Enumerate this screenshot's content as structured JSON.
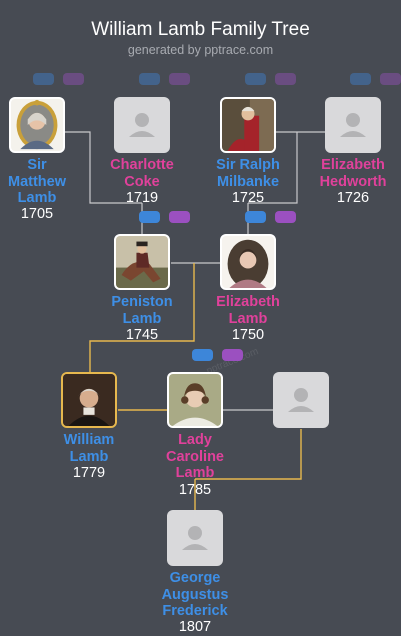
{
  "title": "William Lamb Family Tree",
  "subtitle": "generated by pptrace.com",
  "watermark": "pptrace.com",
  "colors": {
    "male": "#3e8fe6",
    "female": "#e0419b",
    "line": "#c9c9cb",
    "highlight_line": "#e7b84e",
    "background": "#474b53"
  },
  "people": {
    "matthew": {
      "name": "Sir Matthew Lamb",
      "lines": [
        "Sir",
        "Matthew",
        "Lamb"
      ],
      "year": "1705",
      "gender": "male",
      "photo": "portrait"
    },
    "charlotte": {
      "name": "Charlotte Coke",
      "lines": [
        "Charlotte",
        "Coke"
      ],
      "year": "1719",
      "gender": "female",
      "photo": "placeholder"
    },
    "ralph": {
      "name": "Sir Ralph Milbanke",
      "lines": [
        "Sir Ralph",
        "Milbanke"
      ],
      "year": "1725",
      "gender": "male",
      "photo": "portrait"
    },
    "elizabeth_h": {
      "name": "Elizabeth Hedworth",
      "lines": [
        "Elizabeth",
        "Hedworth"
      ],
      "year": "1726",
      "gender": "female",
      "photo": "placeholder"
    },
    "peniston": {
      "name": "Peniston Lamb",
      "lines": [
        "Peniston",
        "Lamb"
      ],
      "year": "1745",
      "gender": "male",
      "photo": "portrait"
    },
    "elizabeth_l": {
      "name": "Elizabeth Lamb",
      "lines": [
        "Elizabeth",
        "Lamb"
      ],
      "year": "1750",
      "gender": "female",
      "photo": "portrait"
    },
    "william": {
      "name": "William Lamb",
      "lines": [
        "William",
        "Lamb"
      ],
      "year": "1779",
      "gender": "male",
      "photo": "portrait",
      "selected": true
    },
    "caroline": {
      "name": "Lady Caroline Lamb",
      "lines": [
        "Lady",
        "Caroline",
        "Lamb"
      ],
      "year": "1785",
      "gender": "female",
      "photo": "portrait"
    },
    "second_spouse": {
      "name": "",
      "lines": [],
      "year": "",
      "gender": "unknown",
      "photo": "placeholder"
    },
    "george": {
      "name": "George Augustus Frederick",
      "lines": [
        "George",
        "Augustus",
        "Frederick"
      ],
      "year": "1807",
      "gender": "male",
      "photo": "placeholder"
    }
  },
  "expand_buttons": [
    {
      "person": "matthew",
      "kind": "show-father"
    },
    {
      "person": "matthew",
      "kind": "show-mother"
    },
    {
      "person": "charlotte",
      "kind": "show-father"
    },
    {
      "person": "charlotte",
      "kind": "show-mother"
    },
    {
      "person": "ralph",
      "kind": "show-father"
    },
    {
      "person": "ralph",
      "kind": "show-mother"
    },
    {
      "person": "elizabeth_h",
      "kind": "show-father"
    },
    {
      "person": "elizabeth_h",
      "kind": "show-mother"
    },
    {
      "person": "peniston",
      "kind": "show-father"
    },
    {
      "person": "peniston",
      "kind": "show-mother"
    },
    {
      "person": "elizabeth_l",
      "kind": "show-father"
    },
    {
      "person": "elizabeth_l",
      "kind": "show-mother"
    },
    {
      "person": "caroline",
      "kind": "show-father"
    },
    {
      "person": "caroline",
      "kind": "show-mother"
    }
  ]
}
